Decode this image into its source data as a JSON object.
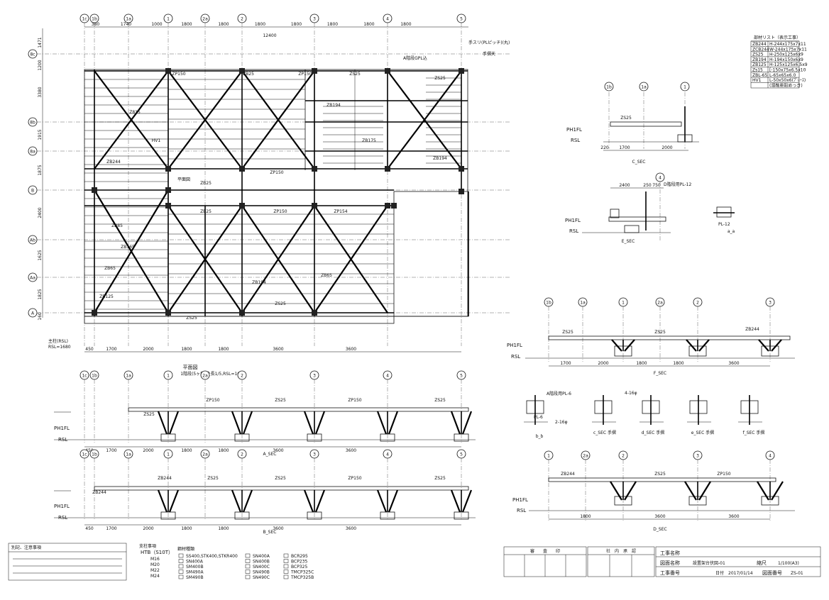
{
  "plan": {
    "grid_columns": [
      "1c",
      "1b",
      "1a",
      "1",
      "2a",
      "2",
      "3",
      "4",
      "5"
    ],
    "grid_rows": [
      "8c",
      "8b",
      "8a",
      "B",
      "Ab",
      "Aa",
      "A"
    ],
    "top_dims": [
      "380",
      "1740",
      "1000",
      "1800",
      "1800",
      "1800",
      "1800",
      "1800",
      "1800",
      "1800"
    ],
    "total_dim": "12400",
    "bottom_dims": [
      "450",
      "1700",
      "2000",
      "1800",
      "1800",
      "3600",
      "3600"
    ],
    "left_dims": [
      "1471",
      "1200",
      "3380",
      "1915",
      "1875",
      "2400",
      "1625",
      "1825",
      "160"
    ],
    "members": [
      "ZP150",
      "ZB25",
      "Z815",
      "HV1",
      "ZB194",
      "ZB175",
      "ZB244",
      "ZB85",
      "ZB125",
      "ZS25",
      "ZP154",
      "ZB65",
      "ZB165"
    ],
    "notes": [
      "手スリ(PLピッチ)(丸)",
      "A階段GPL込",
      "手摺天",
      "平面図",
      "主柱(RSL)",
      "RSL=1680"
    ],
    "title": "平面図",
    "subtitle": "1階段(5ヶ所)全長1/5,RSL=1680"
  },
  "sections": {
    "a": {
      "label": "A_SEC",
      "dims": [
        "450",
        "1700",
        "2000",
        "1800",
        "1800",
        "3600",
        "3600"
      ],
      "levels": [
        "PH1FL",
        "RSL"
      ]
    },
    "b": {
      "label": "B_SEC",
      "dims": [
        "450",
        "1700",
        "2000",
        "1800",
        "1800",
        "3600",
        "3600"
      ],
      "levels": [
        "PH1FL",
        "RSL"
      ]
    },
    "c": {
      "label": "C_SEC",
      "dims": [
        "220",
        "1700",
        "2000"
      ],
      "levels": [
        "PH1FL",
        "RSL"
      ],
      "cols": [
        "1b",
        "1a",
        "1"
      ]
    },
    "e": {
      "label": "E_SEC",
      "dims": [
        "2400",
        "250",
        "750"
      ],
      "levels": [
        "PH1FL",
        "RSL"
      ],
      "col": "4"
    },
    "f": {
      "label": "F_SEC",
      "dims": [
        "1700",
        "2000",
        "1800",
        "1800",
        "3600"
      ],
      "levels": [
        "PH1FL",
        "RSL"
      ],
      "cols": [
        "1b",
        "1a",
        "1",
        "2a",
        "2",
        "3"
      ]
    },
    "d": {
      "label": "D_SEC",
      "dims": [
        "1800",
        "3600",
        "3600"
      ],
      "levels": [
        "PH1FL",
        "RSL"
      ],
      "cols": [
        "1",
        "2a",
        "2",
        "3",
        "4"
      ]
    },
    "details": [
      "b_b",
      "c_SEC 手摺",
      "d_SEC 手摺",
      "e_SEC 手摺",
      "f_SEC 手摺",
      "a_a"
    ],
    "notes": [
      "D階段用PL-12",
      "A階段用PL-6",
      "PL-12",
      "PL-6",
      "2-16φ",
      "4-16φ"
    ]
  },
  "member_list": {
    "title": "部材リスト（表示工事）",
    "rows": [
      [
        "ZB244",
        "H-244x175x7x11"
      ],
      [
        "ZCB244",
        "W-244x175x7x11"
      ],
      [
        "ZS25",
        "H-250x125x6x9"
      ],
      [
        "ZB194",
        "H-194x150x6x9"
      ],
      [
        "ZB125",
        "H-125x125x6.5x9"
      ],
      [
        "Zs15",
        "[-150x75x6.5x10"
      ],
      [
        "ZBL-65",
        "L-65x65x6.0"
      ],
      [
        "HV1",
        "L-50x50x6(ﾌﾟﾚｰｽ)"
      ],
      [
        "",
        "(溶融亜鉛めっき)"
      ]
    ]
  },
  "notes_block": {
    "title": "別記、注意事項",
    "lines": [
      "",
      "",
      "",
      ""
    ]
  },
  "material_key": {
    "bolt_title": "支柱事項",
    "bolt_spec": "HTB（S10T）",
    "bolt_sizes": [
      "M16",
      "M20",
      "M22",
      "M24"
    ],
    "steel_title": "鋼材種類",
    "steel_col1": [
      "SS400,STK400,STKR400",
      "SN400A",
      "SM400B",
      "SM490A",
      "SM490B"
    ],
    "steel_col2": [
      "SN400A",
      "SN400B",
      "SN400C",
      "SN490B",
      "SN490C"
    ],
    "steel_col3": [
      "BCR295",
      "BCP235",
      "BCP325",
      "TMCP325C",
      "TMCP325B"
    ]
  },
  "title_block": {
    "check_col1": "審　　査　　印",
    "check_col2": "社　内　承　認",
    "project_label": "工事名称",
    "project_value": "",
    "drawing_label": "図面名称",
    "drawing_value": "設置架台伏図-01",
    "scale_label": "縮尺",
    "scale_value": "1/100(A3)",
    "job_label": "工事番号",
    "job_value": "",
    "date_label": "日付",
    "date_value": "2017/01/14",
    "drawing_no_label": "図面番号",
    "drawing_no_value": "ZS-01"
  }
}
